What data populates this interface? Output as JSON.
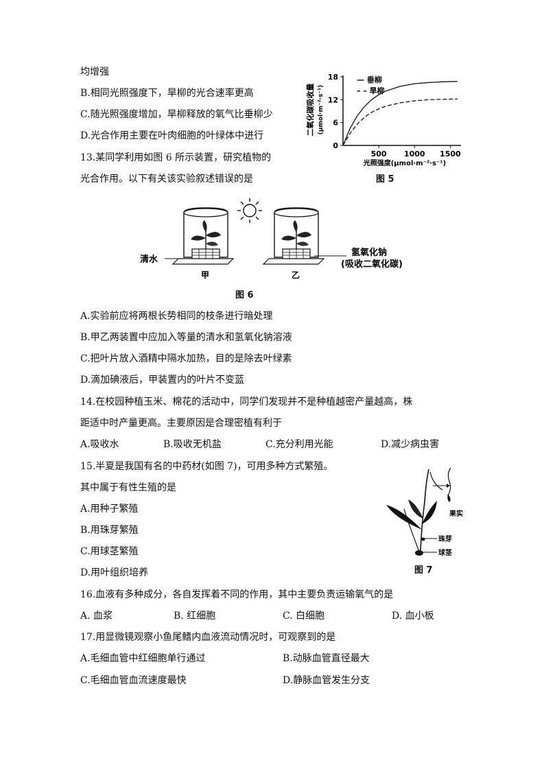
{
  "q12": {
    "tail": "均增强",
    "b": "B.相同光照强度下，旱柳的光合速率更高",
    "c": "C.随光照强度增加，旱柳释放的氧气比垂柳少",
    "d": "D.光合作用主要在叶肉细胞的叶绿体中进行"
  },
  "fig5": {
    "caption": "图 5",
    "ylabel_line1": "二氧化碳吸收量",
    "ylabel_line2": "(μmol·m⁻²·s⁻¹)",
    "xlabel": "光照强度(μmol·m⁻²·s⁻¹)",
    "x_ticks": [
      "500",
      "1000",
      "1500"
    ],
    "y_ticks": [
      "0",
      "6",
      "12",
      "18"
    ],
    "legend": [
      "— 垂柳",
      "– – 旱柳"
    ]
  },
  "chart_data": {
    "type": "line",
    "x": [
      0,
      100,
      200,
      300,
      400,
      500,
      600,
      800,
      1000,
      1200,
      1400,
      1600
    ],
    "series": [
      {
        "name": "垂柳",
        "values": [
          0,
          4.5,
          7.8,
          10.2,
          12.0,
          13.3,
          14.3,
          15.5,
          16.2,
          16.5,
          16.7,
          16.8
        ]
      },
      {
        "name": "旱柳",
        "values": [
          0,
          3.2,
          5.6,
          7.4,
          8.7,
          9.6,
          10.3,
          11.2,
          11.7,
          12.0,
          12.1,
          12.2
        ]
      }
    ],
    "xlim": [
      0,
      1650
    ],
    "ylim": [
      0,
      18
    ],
    "xlabel": "光照强度(μmol·m⁻²·s⁻¹)",
    "ylabel": "二氧化碳吸收量(μmol·m⁻²·s⁻¹)",
    "legend_position": "top-right"
  },
  "q13": {
    "line1": "13.某同学利用如图 6 所示装置，研究植物的",
    "line2": "光合作用。以下有关该实验叙述错误的是",
    "a": "A.实验前应将两根长势相同的枝条进行暗处理",
    "b": "B.甲乙两装置中应加入等量的清水和氢氧化钠溶液",
    "c": "C.把叶片放入酒精中隔水加热，目的是除去叶绿素",
    "d": "D.滴加碘液后，甲装置内的叶片不变蓝"
  },
  "fig6": {
    "caption": "图 6",
    "left_label": "清水",
    "right_label_1": "氢氧化钠",
    "right_label_2": "(吸收二氧化碳)",
    "jar_a": "甲",
    "jar_b": "乙"
  },
  "q14": {
    "line1": "14.在校园种植玉米、棉花的活动中，同学们发现并不是种植越密产量越高，株",
    "line2": "距适中时产量更高。主要原因是合理密植有利于",
    "a": "A.吸收水",
    "b": "B.吸收无机盐",
    "c": "C.充分利用光能",
    "d": "D.减少病虫害"
  },
  "q15": {
    "line1": "15.半夏是我国有名的中药材(如图 7)，可用多种方式繁殖。",
    "line2": "其中属于有性生殖的是",
    "a": "A.用种子繁殖",
    "b": "B.用珠芽繁殖",
    "c": "C.用球茎繁殖",
    "d": "D.用叶组织培养"
  },
  "fig7": {
    "caption": "图 7",
    "fruit": "果实",
    "bulbil": "珠芽",
    "corm": "球茎"
  },
  "q16": {
    "line1": "16.血液有多种成分，各自发挥着不同的作用，其中主要负责运输氧气的是",
    "a": "A. 血浆",
    "b": "B. 红细胞",
    "c": "C. 白细胞",
    "d": "D. 血小板"
  },
  "q17": {
    "line1": "17.用显微镜观察小鱼尾鳍内血液流动情况时，可观察到的是",
    "a": "A.毛细血管中红细胞单行通过",
    "b": "B.动脉血管直径最大",
    "c": "C.毛细血管血流速度最快",
    "d": "D.静脉血管发生分支"
  }
}
